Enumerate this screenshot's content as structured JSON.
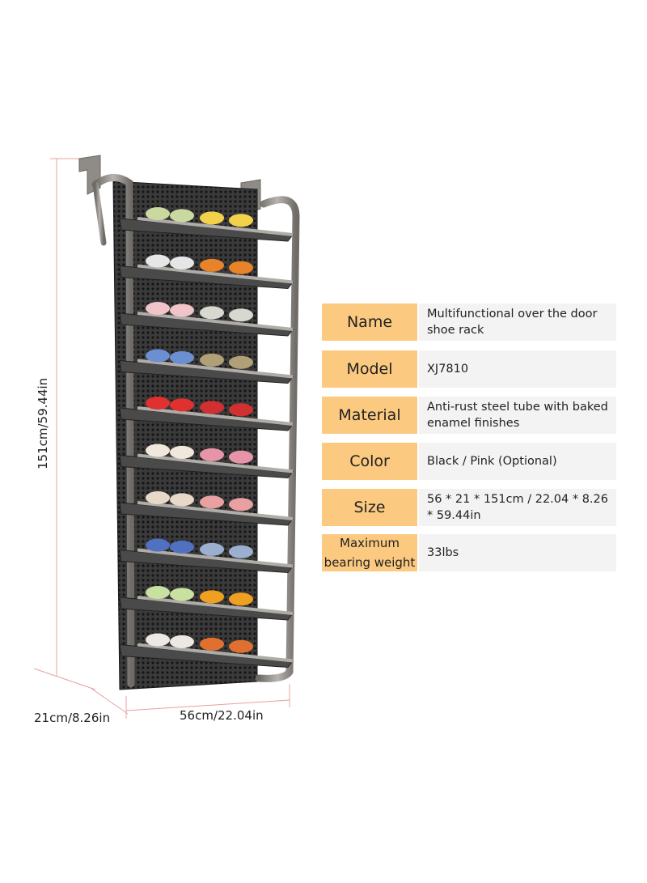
{
  "dimensions": {
    "height": "151cm/59.44in",
    "depth": "21cm/8.26in",
    "width": "56cm/22.04in"
  },
  "specs": [
    {
      "key": "Name",
      "value": "Multifunctional over the door shoe rack"
    },
    {
      "key": "Model",
      "value": "XJ7810"
    },
    {
      "key": "Material",
      "value": "Anti-rust steel tube with baked enamel finishes"
    },
    {
      "key": "Color",
      "value": "Black / Pink (Optional)"
    },
    {
      "key": "Size",
      "value": "56 * 21 * 151cm / 22.04 * 8.26 * 59.44in"
    },
    {
      "key": "Maximum bearing weight",
      "value": "33lbs"
    }
  ],
  "colors": {
    "label_bg": "#fbc97f",
    "value_bg": "#f3f3f3",
    "frame": "#8d8985",
    "mesh": "#2b2b2b",
    "dimension_line": "#e8a0a0"
  }
}
